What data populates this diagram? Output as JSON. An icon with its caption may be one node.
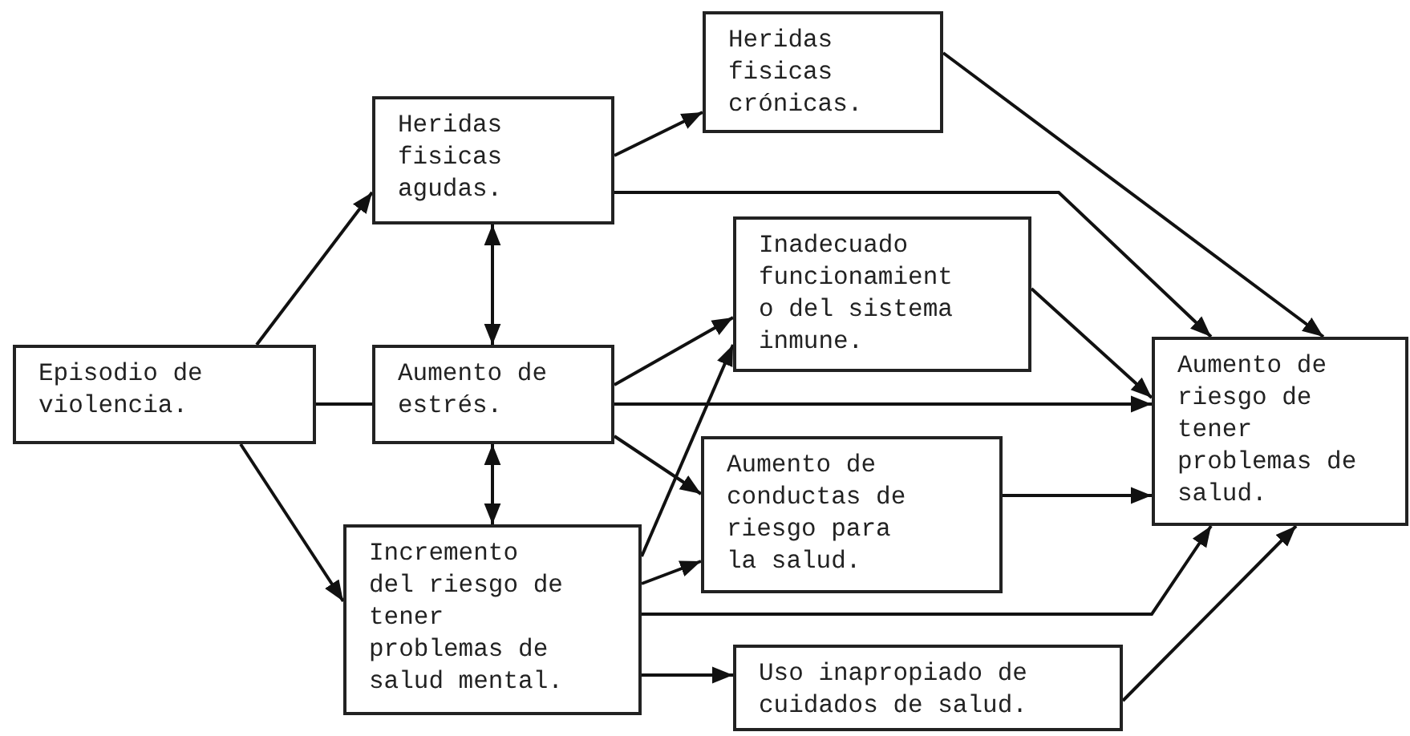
{
  "diagram": {
    "nodes": [
      {
        "text": [
          "Episodio de violencia."
        ]
      },
      {
        "text": [
          "Heridas fisicas agudas."
        ]
      },
      {
        "text": [
          "Heridas fisicas crónicas."
        ]
      },
      {
        "text": [
          "Aumento de estrés."
        ]
      },
      {
        "text": [
          "Inadecuado funcionamient o del sistema inmune."
        ]
      },
      {
        "text": [
          "Aumento de conductas de riesgo para la salud."
        ]
      },
      {
        "text": [
          "Incremento del riesgo de tener problemas de salud mental."
        ]
      },
      {
        "text": [
          "Uso inapropiado de cuidados de salud."
        ]
      },
      {
        "text": [
          "Aumento de riesgo de tener problemas de salud."
        ]
      }
    ],
    "edges": [
      {
        "from": 0,
        "to": 1,
        "arrow": "to"
      },
      {
        "from": 0,
        "to": 3,
        "arrow": "none"
      },
      {
        "from": 0,
        "to": 6,
        "arrow": "to"
      },
      {
        "from": 1,
        "to": 2,
        "arrow": "to"
      },
      {
        "from": 1,
        "to": 3,
        "arrow": "both"
      },
      {
        "from": 1,
        "to": 8,
        "arrow": "to"
      },
      {
        "from": 2,
        "to": 8,
        "arrow": "to"
      },
      {
        "from": 3,
        "to": 4,
        "arrow": "to"
      },
      {
        "from": 3,
        "to": 8,
        "arrow": "to"
      },
      {
        "from": 3,
        "to": 5,
        "arrow": "to"
      },
      {
        "from": 3,
        "to": 6,
        "arrow": "both"
      },
      {
        "from": 6,
        "to": 4,
        "arrow": "to"
      },
      {
        "from": 6,
        "to": 5,
        "arrow": "to"
      },
      {
        "from": 6,
        "to": 8,
        "arrow": "to"
      },
      {
        "from": 6,
        "to": 7,
        "arrow": "to"
      },
      {
        "from": 4,
        "to": 8,
        "arrow": "to"
      },
      {
        "from": 5,
        "to": 8,
        "arrow": "to"
      },
      {
        "from": 7,
        "to": 8,
        "arrow": "to"
      }
    ]
  }
}
